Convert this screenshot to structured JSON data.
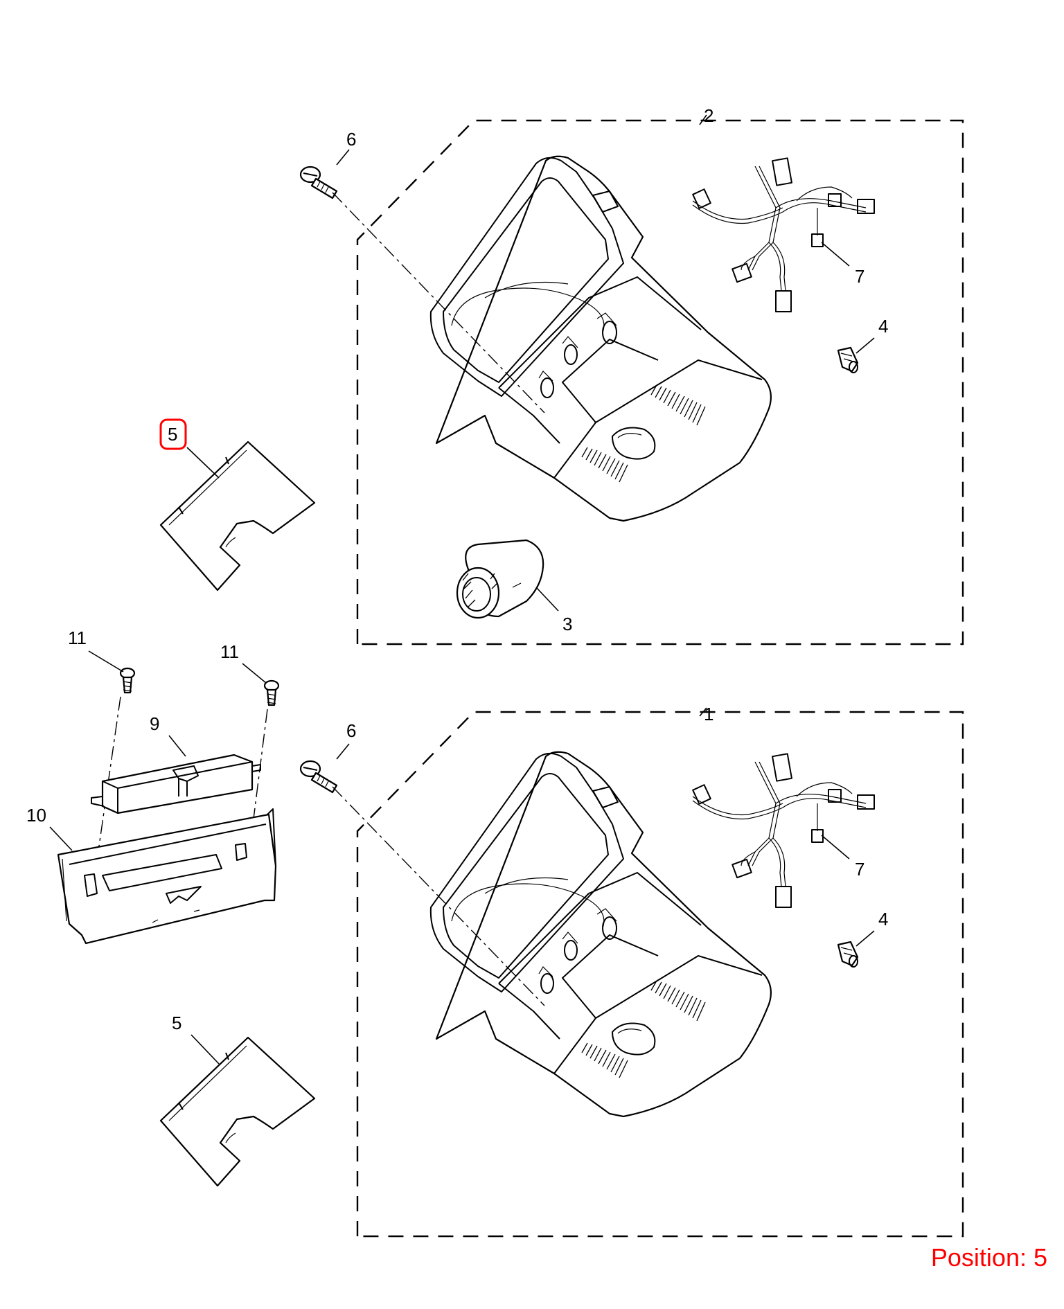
{
  "labels": {
    "one": "1",
    "two": "2",
    "three": "3",
    "four": "4",
    "five": "5",
    "six": "6",
    "seven": "7",
    "nine": "9",
    "ten": "10",
    "eleven": "11"
  },
  "position": {
    "text": "Position: 5",
    "value": "5",
    "color": "#ff0000"
  },
  "highlight_color": "#ff0000"
}
